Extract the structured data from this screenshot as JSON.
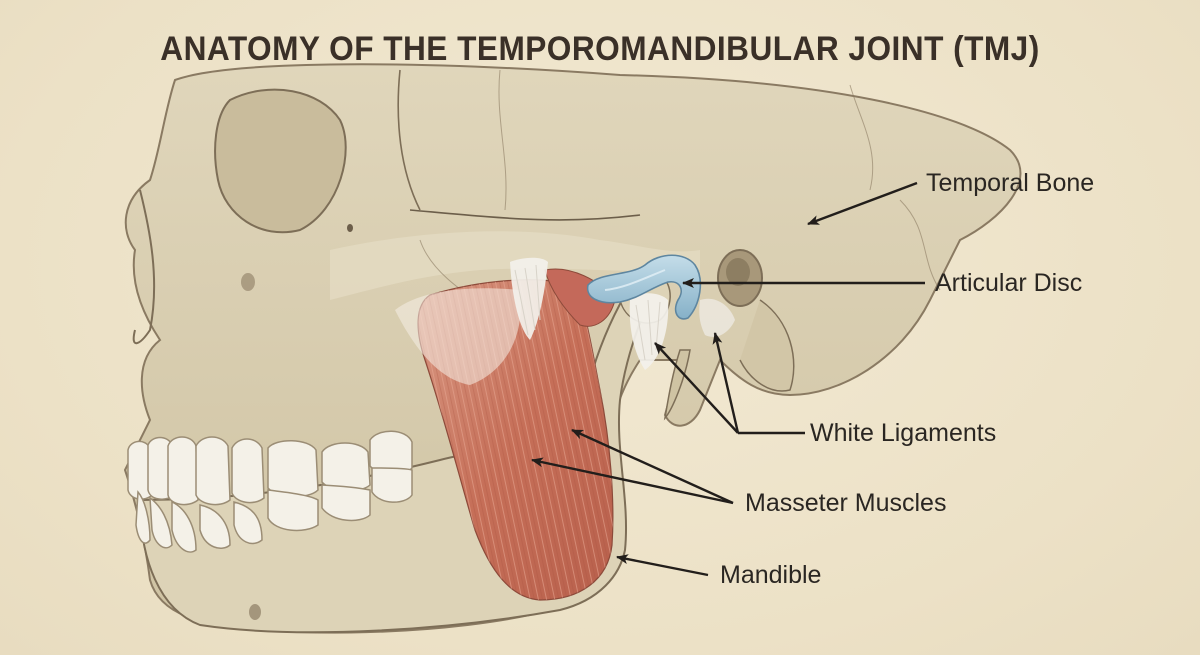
{
  "title": "ANATOMY OF THE TEMPOROMANDIBULAR JOINT (TMJ)",
  "labels": {
    "temporal_bone": "Temporal Bone",
    "articular_disc": "Articular Disc",
    "white_ligaments": "White Ligaments",
    "masseter_muscles": "Masseter Muscles",
    "mandible": "Mandible"
  },
  "colors": {
    "background": "#efe5cc",
    "bone": "#d9ceb0",
    "bone_outline": "#8a7a62",
    "muscle": "#c8705a",
    "disc": "#9fc3d6",
    "ligament": "#f3f1ec",
    "teeth": "#f4f1e8",
    "text": "#2a2622",
    "title": "#3a3028"
  }
}
